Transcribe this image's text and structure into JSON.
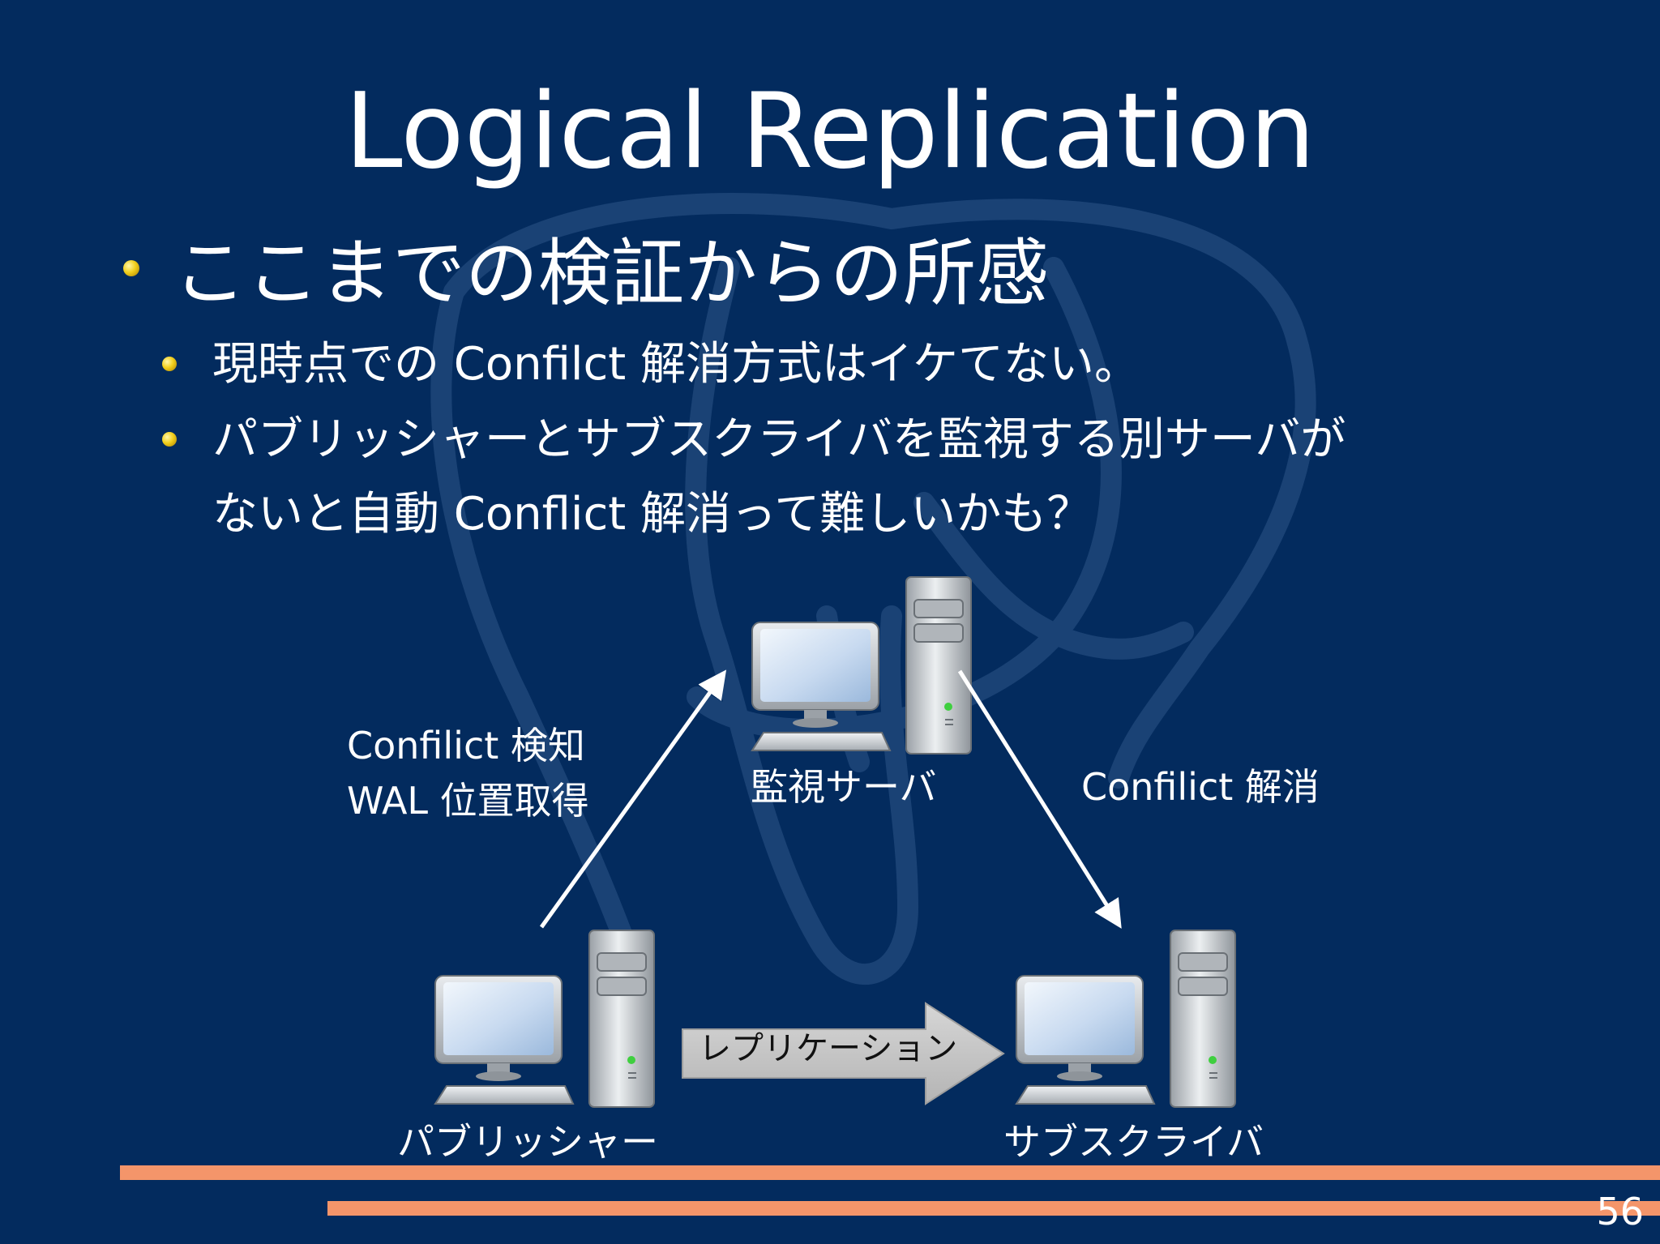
{
  "slide": {
    "title": "Logical Replication",
    "bullets": [
      {
        "text": "ここまでの検証からの所感",
        "level": 1
      },
      {
        "text": "現時点での Confilct 解消方式はイケてない。",
        "level": 2
      },
      {
        "text": "パブリッシャーとサブスクライバを監視する別サーバが",
        "level": 2,
        "continuation": "ないと自動 Conflict 解消って難しいかも？"
      }
    ],
    "page_number": "56"
  },
  "diagram": {
    "nodes": {
      "monitor": "監視サーバ",
      "publisher": "パブリッシャー",
      "subscriber": "サブスクライバ"
    },
    "edge_labels": {
      "detect_line1": "Confilict 検知",
      "detect_line2": "WAL 位置取得",
      "resolve": "Confilict 解消",
      "replication": "レプリケーション"
    }
  },
  "colors": {
    "background": "#032b5e",
    "text": "#ffffff",
    "accent_bar": "#f4956a",
    "bullet": "#f2cf1c"
  }
}
